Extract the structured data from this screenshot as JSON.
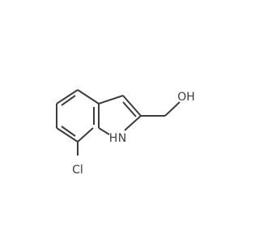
{
  "molecule": {
    "bond_color": "#3c3c3c",
    "labels": {
      "oh": "OH",
      "nh": "H",
      "n": "N",
      "cl": "Cl"
    }
  }
}
